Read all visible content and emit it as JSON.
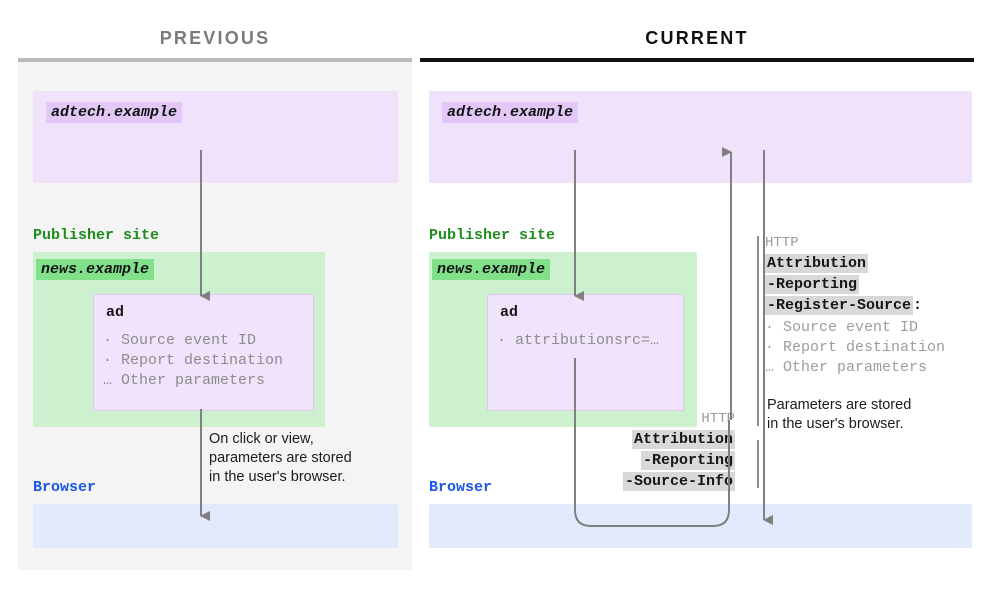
{
  "columns": {
    "previous": {
      "title": "PREVIOUS"
    },
    "current": {
      "title": "CURRENT"
    }
  },
  "previous": {
    "adtech_chip": "adtech.example",
    "publisher_label": "Publisher site",
    "news_chip": "news.example",
    "ad_card": {
      "title": "ad",
      "lines": "· Source event ID\n· Report destination\n… Other parameters"
    },
    "browser_label": "Browser",
    "note": "On click or view,\nparameters are stored\nin the user's browser."
  },
  "current": {
    "adtech_chip": "adtech.example",
    "publisher_label": "Publisher site",
    "news_chip": "news.example",
    "ad_card": {
      "title": "ad",
      "lines": "· attributionsrc=…"
    },
    "browser_label": "Browser",
    "request_header": {
      "protocol": "HTTP",
      "line1": "Attribution",
      "line2": "-Reporting",
      "line3": "-Source-Info"
    },
    "response_header": {
      "protocol": "HTTP",
      "line1": "Attribution",
      "line2": "-Reporting",
      "line3": "-Register-Source",
      "colon": ":",
      "params": "· Source event ID\n· Report destination\n… Other parameters"
    },
    "note": "Parameters are stored\nin the user's browser."
  },
  "colors": {
    "adtech_zone": "#f0e2fb",
    "adtech_chip": "#e2c7f7",
    "publisher_zone": "#cdf0ce",
    "publisher_chip": "#81e08a",
    "publisher_label": "#1e8c1e",
    "browser_zone": "#e2eafb",
    "browser_label": "#1a56e8",
    "panel_background": "#f4f4f4",
    "arrow": "#808080",
    "header_chip": "#d8d8d8"
  },
  "icons": {
    "arrow_down": "arrow-down-icon",
    "arrow_up": "arrow-up-icon",
    "u_turn_connector": "u-turn-connector-icon"
  }
}
